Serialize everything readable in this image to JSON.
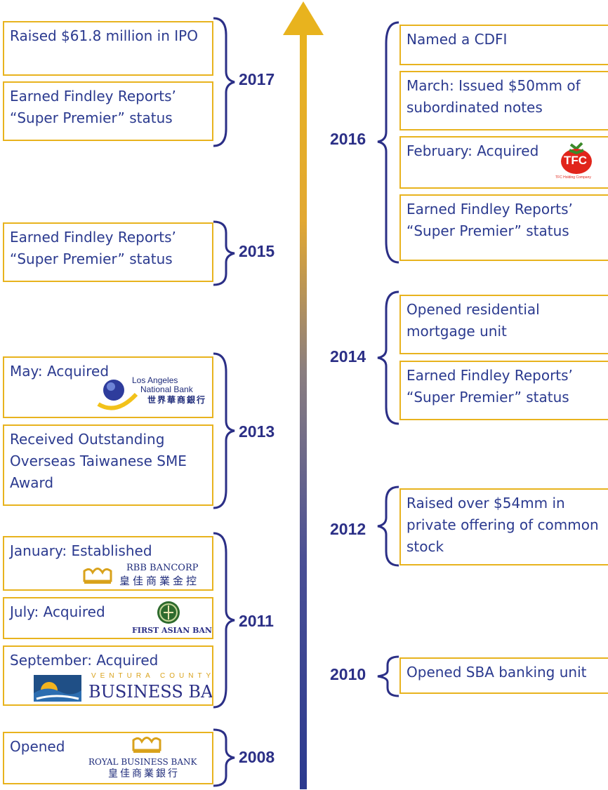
{
  "colors": {
    "box_border": "#E8B31E",
    "text": "#2B3A8F",
    "year_text": "#2B2F86",
    "arrow_top": "#E8B31E",
    "arrow_bottom": "#2B3A8F"
  },
  "left": {
    "y2017": {
      "year": "2017",
      "items": [
        "Raised $61.8 million in IPO",
        "Earned Findley Reports’ “Super Premier” status"
      ]
    },
    "y2015": {
      "year": "2015",
      "items": [
        "Earned Findley Reports’ “Super Premier” status"
      ]
    },
    "y2013": {
      "year": "2013",
      "items": [
        "May: Acquired",
        "Received Outstanding Overseas Taiwanese SME Award"
      ],
      "logo_lanb": [
        "Los Angeles",
        "National Bank",
        "世界華商銀行"
      ]
    },
    "y2011": {
      "year": "2011",
      "items": [
        "January: Established",
        "July: Acquired",
        "September: Acquired"
      ],
      "logo_rbb_bancorp": [
        "RBB BANCORP",
        "皇佳商業金控"
      ],
      "logo_first_asian": "FIRST ASIAN BANK",
      "logo_ventura": [
        "VENTURA COUNTY",
        "BUSINESS BANK"
      ]
    },
    "y2008": {
      "year": "2008",
      "items": [
        "Opened"
      ],
      "logo_royal": [
        "ROYAL BUSINESS BANK",
        "皇佳商業銀行"
      ]
    }
  },
  "right": {
    "y2016": {
      "year": "2016",
      "items": [
        "Named a CDFI",
        "March: Issued $50mm of subordinated notes",
        "February: Acquired",
        "Earned Findley Reports’ “Super Premier” status"
      ],
      "logo_tfc": [
        "TFC",
        "TFC Holding Company"
      ]
    },
    "y2014": {
      "year": "2014",
      "items": [
        "Opened residential mortgage unit",
        "Earned Findley Reports’ “Super Premier” status"
      ]
    },
    "y2012": {
      "year": "2012",
      "items": [
        "Raised over $54mm in private offering of common stock"
      ]
    },
    "y2010": {
      "year": "2010",
      "items": [
        "Opened SBA banking unit"
      ]
    }
  }
}
